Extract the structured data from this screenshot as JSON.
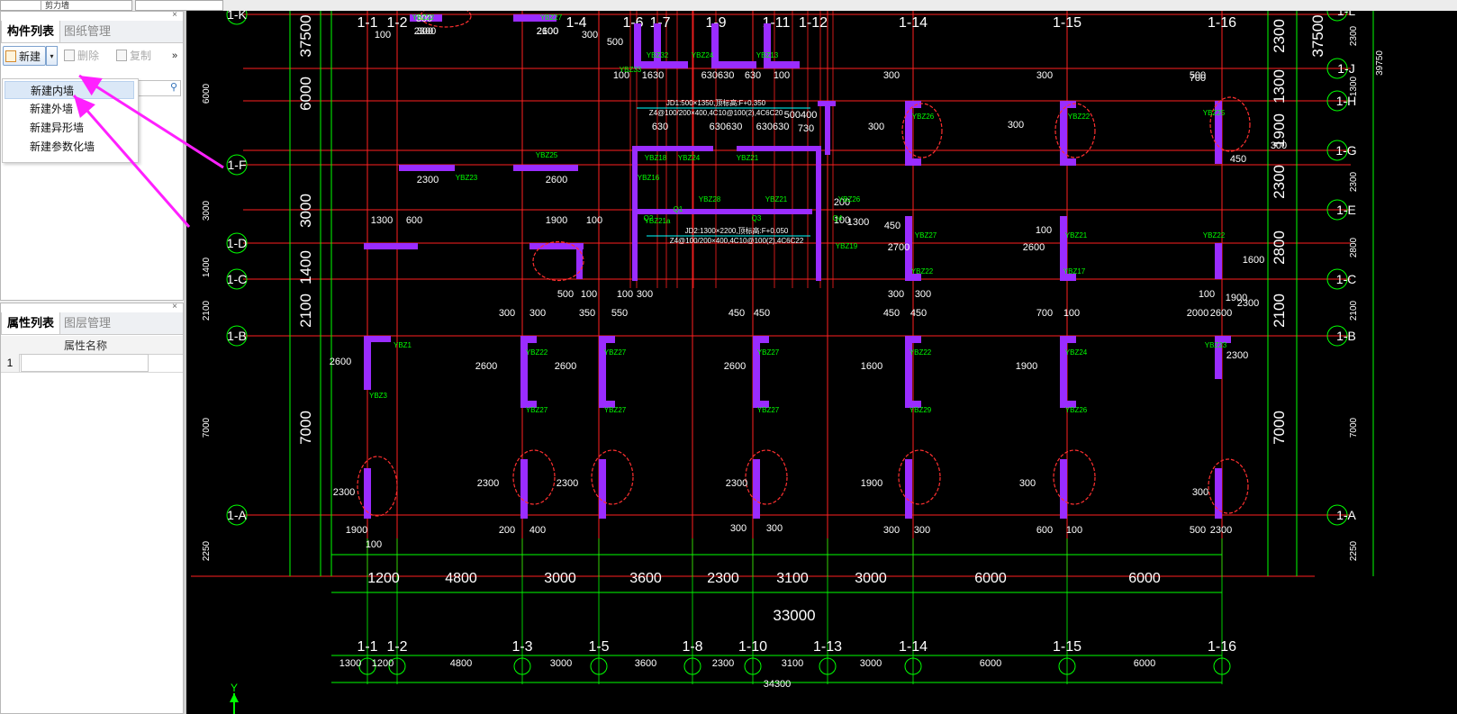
{
  "topbar": {
    "field_text": "剪力墙"
  },
  "component_panel": {
    "tabs": [
      {
        "label": "构件列表"
      },
      {
        "label": "图纸管理"
      }
    ],
    "close_glyph": "×",
    "toolbar": {
      "new_label": "新建",
      "delete_label": "删除",
      "copy_label": "复制",
      "more_glyph": "»"
    },
    "new_menu": [
      {
        "label": "新建内墙",
        "highlighted": true
      },
      {
        "label": "新建外墙",
        "highlighted": false
      },
      {
        "label": "新建异形墙",
        "highlighted": false
      },
      {
        "label": "新建参数化墙",
        "highlighted": false
      }
    ],
    "search_icon": "search-icon"
  },
  "property_panel": {
    "tabs": [
      {
        "label": "属性列表"
      },
      {
        "label": "图层管理"
      }
    ],
    "close_glyph": "×",
    "column_header": "属性名称",
    "rows": [
      {
        "num": "1",
        "name": ""
      }
    ]
  },
  "annotation": {
    "arrow_color": "#ff20ff"
  },
  "cad": {
    "colors": {
      "background": "#000000",
      "axis": "#ff2020",
      "dims": "#00ff00",
      "text": "#ffffff",
      "wall": "#9a2cff",
      "label": "#00ff00",
      "cloud": "#ff3030",
      "note": "#00ffff"
    },
    "top_axes": [
      "1-1",
      "1-2",
      "1-4",
      "1-6",
      "1-7",
      "1-9",
      "1-11",
      "1-12",
      "1-14",
      "1-15",
      "1-16"
    ],
    "bottom_axes": [
      "1-1",
      "1-2",
      "1-3",
      "1-5",
      "1-8",
      "1-10",
      "1-13",
      "1-14",
      "1-15",
      "1-16"
    ],
    "left_axes": [
      "1-K",
      "1-F",
      "1-D",
      "1-C",
      "1-B",
      "1-A"
    ],
    "right_axes": [
      "1-L",
      "1-J",
      "1-H",
      "1-G",
      "1-E",
      "1-C",
      "1-B",
      "1-A"
    ],
    "bay_dims_large": [
      "1200",
      "4800",
      "3000",
      "3600",
      "2300",
      "3100",
      "3000",
      "6000",
      "6000"
    ],
    "total_large": "33000",
    "bay_dims_small": [
      "1300",
      "1200",
      "4800",
      "3000",
      "3600",
      "2300",
      "3100",
      "3000",
      "6000",
      "6000"
    ],
    "total_small": "34300",
    "left_dims_large": [
      "37500",
      "6000",
      "3000",
      "1400",
      "2100",
      "7000"
    ],
    "left_dims_small": [
      "6000",
      "3000",
      "1400",
      "2100",
      "7000",
      "2250"
    ],
    "right_dims_large": [
      "2300",
      "37500",
      "1300",
      "1900",
      "2300",
      "2800",
      "2100",
      "7000"
    ],
    "right_dims_small": [
      "2300",
      "1300",
      "2300",
      "2800",
      "2100",
      "7000",
      "2250"
    ],
    "right_overall": "39750",
    "notes": [
      "JD1:500×1350,顶标高:F+0.350",
      "Z4@100/200×400,4C10@100(2),4C6C20",
      "JD2:1300×2200,顶标高:F+0.050",
      "Z4@100/200×400,4C10@100(2),4C6C22"
    ],
    "dim_labels": [
      "2300",
      "2600",
      "100",
      "300",
      "500",
      "1630",
      "630630",
      "630",
      "100",
      "300",
      "300",
      "500",
      "100",
      "630",
      "630630",
      "630630",
      "500400",
      "730",
      "200",
      "2300",
      "2600",
      "1300",
      "600",
      "1900",
      "100",
      "500",
      "100",
      "100",
      "300",
      "2700",
      "2600",
      "1600",
      "1300",
      "300",
      "300",
      "300",
      "300",
      "350",
      "550",
      "450",
      "450",
      "450",
      "450",
      "700",
      "100",
      "2000",
      "2600",
      "2600",
      "2600",
      "2600",
      "2600",
      "1600",
      "1900",
      "2300",
      "2300",
      "2300",
      "2300",
      "2300",
      "1900",
      "300",
      "300",
      "200",
      "400",
      "300",
      "300",
      "300",
      "300",
      "600",
      "100",
      "500",
      "2300",
      "1900",
      "100",
      "300",
      "300",
      "300",
      "300",
      "100",
      "450",
      "450",
      "100",
      "700",
      "100",
      "2300",
      "1900",
      "300",
      "2100"
    ],
    "wall_tags": [
      "YBZ22",
      "YBZ27",
      "YBZ32",
      "YBZ24",
      "YBZ13",
      "YBZ33",
      "YBZ26",
      "YBZ18",
      "YBZ25",
      "YBZ23",
      "YBZ22",
      "YBZ24",
      "YBZ21",
      "YBZ21",
      "YBZ26",
      "YBZ25",
      "YBZ16",
      "YBZ28",
      "YBZ21a",
      "YBZ19",
      "YBZ27",
      "YBZ22",
      "YBZ21",
      "YBZ17",
      "YBZ22",
      "YBZ1",
      "YBZ3",
      "YBZ22",
      "YBZ27",
      "YBZ27",
      "YBZ27",
      "YBZ27",
      "YBZ27",
      "YBZ22",
      "YBZ29",
      "YBZ24",
      "YBZ26",
      "YBZ23",
      "Q1",
      "Q2",
      "Q3",
      "Q4"
    ],
    "corner_label": "Y"
  }
}
